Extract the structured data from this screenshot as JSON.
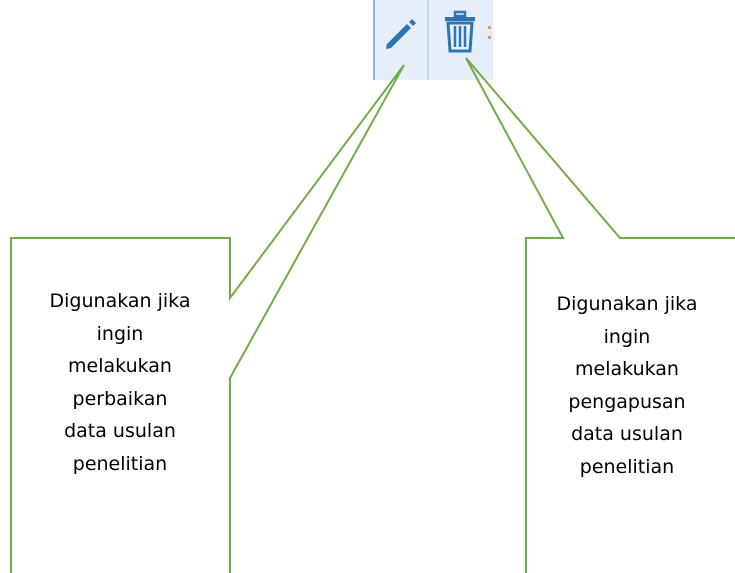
{
  "toolbar": {
    "edit_icon": "pencil-icon",
    "delete_icon": "trash-icon",
    "accent_color": "#2e75b6",
    "background_color": "#e6eef9"
  },
  "callouts": {
    "border_color": "#70ad47",
    "edit": {
      "lines": [
        "Digunakan jika",
        "ingin",
        "melakukan",
        "perbaikan",
        "data usulan",
        "penelitian"
      ]
    },
    "delete": {
      "lines": [
        "Digunakan jika",
        "ingin",
        "melakukan",
        "pengapusan",
        "data usulan",
        "penelitian"
      ]
    }
  }
}
